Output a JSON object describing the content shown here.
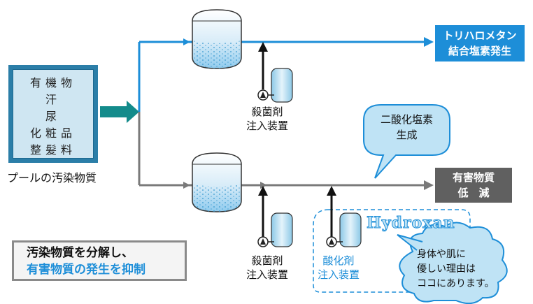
{
  "sources": {
    "items": [
      "有機物",
      "汗",
      "尿",
      "化粧品",
      "整髪料"
    ],
    "caption": "プールの汚染物質"
  },
  "injector_top": {
    "label_line1": "殺菌剤",
    "label_line2": "注入装置"
  },
  "injector_bottom": {
    "label_line1": "殺菌剤",
    "label_line2": "注入装置"
  },
  "injector_oxidizer": {
    "label_line1": "酸化剤",
    "label_line2": "注入装置"
  },
  "outcome_top": {
    "line1": "トリハロメタン",
    "line2": "結合塩素発生"
  },
  "outcome_bottom": {
    "line1": "有害物質",
    "line2": "低　減"
  },
  "bubble_chlorine": {
    "line1": "二酸化塩素",
    "line2": "生成"
  },
  "brand": {
    "name": "Hydroxan"
  },
  "bubble_reason": {
    "line1": "身体や肌に",
    "line2": "優しい理由は",
    "line3": "ココにあります。"
  },
  "summary": {
    "line1": "汚染物質を分解し、",
    "line2": "有害物質の発生を抑制"
  },
  "colors": {
    "flow_blue": "#1d8ed8",
    "flow_gray": "#7a7a7a",
    "source_box": "#2b7ea8",
    "bubble_fill": "#bfe3f5",
    "bubble_stroke": "#1d8ed8",
    "tank_fill": "#dcebf5",
    "arrow_teal": "#138b8b"
  }
}
